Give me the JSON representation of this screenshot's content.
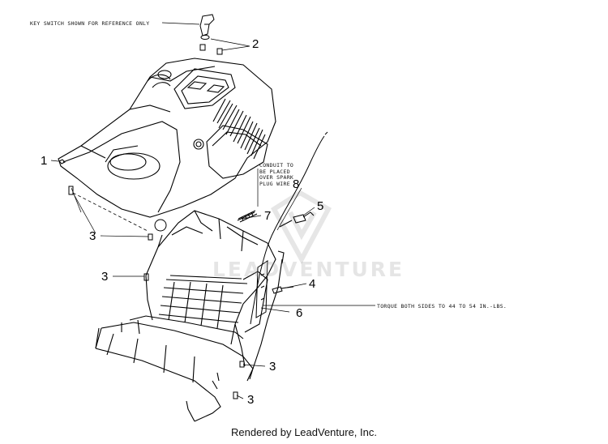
{
  "notes": {
    "key_switch": "KEY SWITCH SHOWN FOR REFERENCE ONLY",
    "conduit_lines": [
      "CONDUIT TO",
      "BE PLACED",
      "OVER SPARK",
      "PLUG WIRE"
    ],
    "torque": "TORQUE BOTH SIDES TO 44 TO 54 IN.-LBS."
  },
  "callouts": {
    "c1": "1",
    "c2": "2",
    "c3a": "3",
    "c3b": "3",
    "c3c": "3",
    "c3d": "3",
    "c4": "4",
    "c5": "5",
    "c6": "6",
    "c7": "7",
    "c8": "8"
  },
  "watermark": {
    "text": "LEADVENTURE"
  },
  "footer": {
    "text": "Rendered by LeadVenture, Inc."
  },
  "colors": {
    "line": "#000000",
    "watermark": "#a0a0a0",
    "background": "#ffffff"
  }
}
